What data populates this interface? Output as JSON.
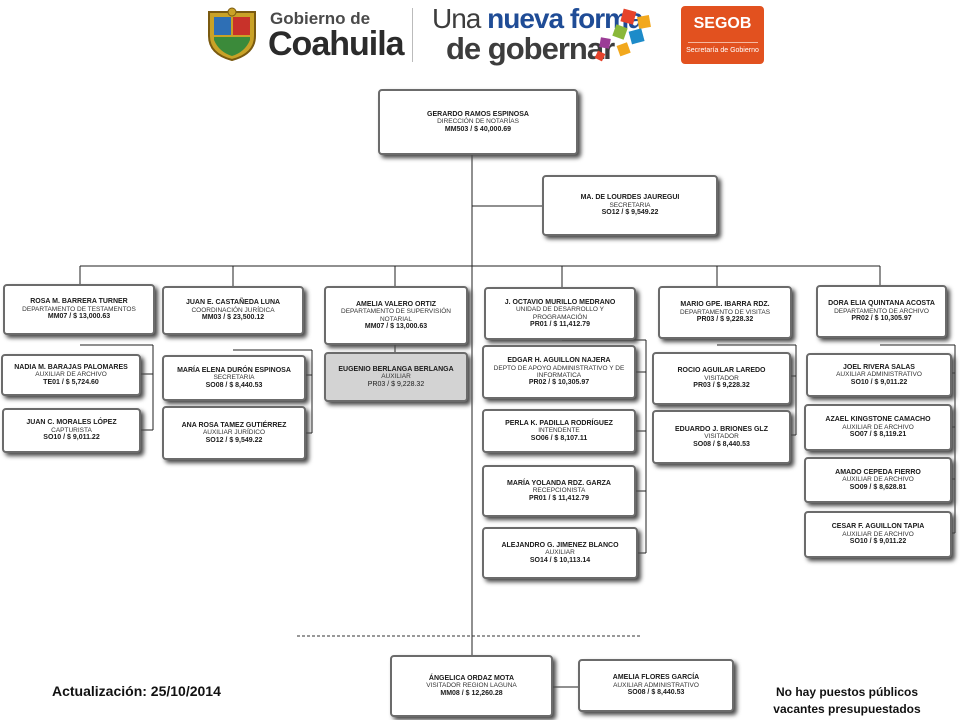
{
  "header": {
    "gov_small": "Gobierno de",
    "gov_big": "Coahuila",
    "slogan_a": "Una",
    "slogan_b": "nueva forma",
    "slogan_c": "de gobernar",
    "segob_title": "SEGOB",
    "segob_subtitle": "Secretaría de Gobierno"
  },
  "nodes": {
    "director": {
      "name": "GERARDO RAMOS ESPINOSA",
      "role": "DIRECCIÓN DE NOTARÍAS",
      "code": "MM503 / $ 40,000.69"
    },
    "secretaria": {
      "name": "MA. DE LOURDES JAUREGUI",
      "role": "SECRETARIA",
      "code": "SO12 / $ 9,549.22"
    },
    "c1_head": {
      "name": "ROSA M. BARRERA TURNER",
      "role": "DEPARTAMENTO DE TESTAMENTOS",
      "code": "MM07 / $ 13,000.63"
    },
    "c1_a": {
      "name": "NADIA M. BARAJAS PALOMARES",
      "role": "AUXILIAR DE ARCHIVO",
      "code": "TE01 / $ 5,724.60"
    },
    "c1_b": {
      "name": "JUAN C. MORALES LÓPEZ",
      "role": "CAPTURISTA",
      "code": "SO10 / $ 9,011.22"
    },
    "c2_head": {
      "name": "JUAN E. CASTAÑEDA LUNA",
      "role": "COORDINACIÓN JURÍDICA",
      "code": "MM03 / $ 23,500.12"
    },
    "c2_a": {
      "name": "MARÍA ELENA DURÓN ESPINOSA",
      "role": "SECRETARIA",
      "code": "SO08 / $ 8,440.53"
    },
    "c2_b": {
      "name": "ANA ROSA TAMEZ GUTIÉRREZ",
      "role": "AUXILIAR JURÍDICO",
      "code": "SO12 / $ 9,549.22"
    },
    "c3_head": {
      "name": "AMELIA VALERO ORTIZ",
      "role": "DEPARTAMENTO DE SUPERVISIÓN NOTARIAL",
      "code": "MM07 / $ 13,000.63"
    },
    "c3_a": {
      "name": "EUGENIO BERLANGA BERLANGA",
      "role": "AUXILIAR",
      "code": "PR03 / $ 9,228.32"
    },
    "c4_head": {
      "name": "J. OCTAVIO MURILLO MEDRANO",
      "role": "UNIDAD DE DESARROLLO Y PROGRAMACIÓN",
      "code": "PR01 / $ 11,412.79"
    },
    "c4_a": {
      "name": "EDGAR H. AGUILLON NAJERA",
      "role": "DEPTO DE APOYO ADMINISTRATIVO Y DE INFORMATICA",
      "code": "PR02 / $ 10,305.97"
    },
    "c4_b": {
      "name": "PERLA K. PADILLA RODRÍGUEZ",
      "role": "INTENDENTE",
      "code": "SO06 / $ 8,107.11"
    },
    "c4_c": {
      "name": "MARÍA YOLANDA RDZ. GARZA",
      "role": "RECEPCIONISTA",
      "code": "PR01 / $ 11,412.79"
    },
    "c4_d": {
      "name": "ALEJANDRO G. JIMENEZ BLANCO",
      "role": "AUXILIAR",
      "code": "SO14 / $ 10,113.14"
    },
    "c5_head": {
      "name": "MARIO GPE. IBARRA RDZ.",
      "role": "DEPARTAMENTO DE VISITAS",
      "code": "PR03 / $ 9,228.32"
    },
    "c5_a": {
      "name": "ROCIO AGUILAR LAREDO",
      "role": "VISITADOR",
      "code": "PR03 / $ 9,228.32"
    },
    "c5_b": {
      "name": "EDUARDO J. BRIONES GLZ",
      "role": "VISITADOR",
      "code": "SO08 / $ 8,440.53"
    },
    "c6_head": {
      "name": "DORA ELIA QUINTANA ACOSTA",
      "role": "DEPARTAMENTO DE ARCHIVO",
      "code": "PR02 / $ 10,305.97"
    },
    "c6_a": {
      "name": "JOEL RIVERA SALAS",
      "role": "AUXILIAR ADMINISTRATIVO",
      "code": "SO10 / $ 9,011.22"
    },
    "c6_b": {
      "name": "AZAEL KINGSTONE CAMACHO",
      "role": "AUXILIAR DE ARCHIVO",
      "code": "SO07 / $ 8,119.21"
    },
    "c6_c": {
      "name": "AMADO CEPEDA FIERRO",
      "role": "AUXILIAR DE ARCHIVO",
      "code": "SO09 / $ 8,628.81"
    },
    "c6_d": {
      "name": "CESAR F. AGUILLON TAPIA",
      "role": "AUXILIAR DE ARCHIVO",
      "code": "SO10 / $ 9,011.22"
    },
    "laguna": {
      "name": "ÁNGELICA ORDAZ MOTA",
      "role": "VISITADOR REGION LAGUNA",
      "code": "MM08 / $ 12,260.28"
    },
    "laguna_a": {
      "name": "AMELIA FLORES GARCÍA",
      "role": "AUXILIAR ADMINISTRATIVO",
      "code": "SO08 / $ 8,440.53"
    }
  },
  "footer": {
    "update": "Actualización: 25/10/2014",
    "note": "No hay puestos públicos vacantes presupuestados"
  }
}
